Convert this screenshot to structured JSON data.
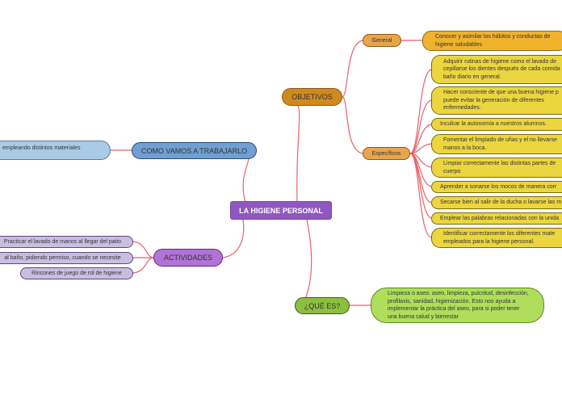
{
  "center": "LA HIGIENE PERSONAL",
  "objetivos": {
    "label": "OBJETIVOS",
    "general": {
      "label": "General",
      "text": "Conocer y asimilar los hábitos y conductas de higiene saludables"
    },
    "especificos": {
      "label": "Específicos",
      "items": [
        "Adquirir rutinas de higiene como el lavado de cepillarse los dientes después de cada comida baño diario en general.",
        "Hacer consciente de que una buena higiene p puede evitar la generación de diferentes enfermedades.",
        "Inculcar la autonomía a nuestros alumnos.",
        "Fomentar el limpiado de uñas y el no llevarse manos a la boca.",
        "Limpiar correctamente las distintas partes de cuerpo",
        "Aprender a sonarse los mocos de manera corr",
        "Secarse bien al salir de la ducha o lavarse las m",
        "Emplear las palabras relacionadas con la unida",
        "Identificar correctamente los diferentes mate empleados para la higiene personal."
      ]
    }
  },
  "que_es": {
    "label": "¿QUÉ ES?",
    "text": "Limpieza o aseo. aseo, limpieza, pulcritud, desinfección, profilaxis, sanidad, higienización. Esto nos ayuda a implementar la práctica del aseo, para si poder tener una buena salud y bienestar"
  },
  "como": {
    "label": "COMO VAMOS A TRABAJARLO",
    "text": "empleando distintos materiales"
  },
  "actividades": {
    "label": "ACTIVIDADES",
    "items": [
      "Practicar el lavado de manos al llegar del patio",
      "al baño, pidiendo permiso, cuando se necesite",
      "Rincones de juego de rol de higiene"
    ]
  }
}
